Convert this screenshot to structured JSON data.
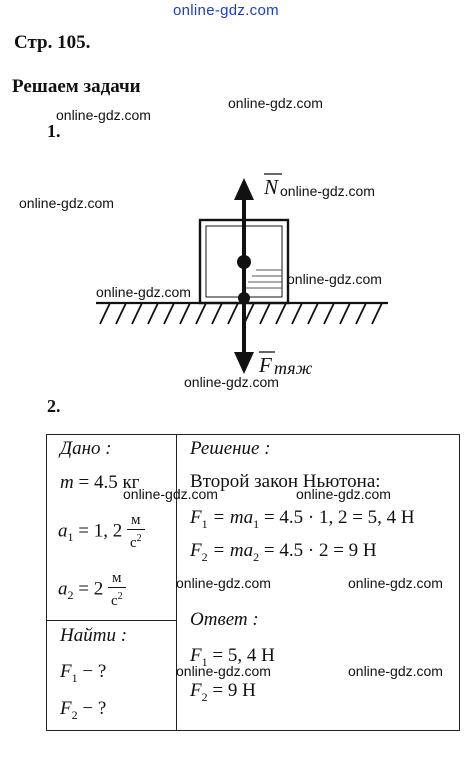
{
  "watermark_top": "online-gdz.com",
  "page_label": "Стр. 105.",
  "section_title": "Решаем задачи",
  "problem1_num": "1.",
  "problem2_num": "2.",
  "watermarks": [
    "online-gdz.com",
    "online-gdz.com",
    "online-gdz.com",
    "online-gdz.com",
    "online-gdz.com",
    "online-gdz.com",
    "online-gdz.com",
    "online-gdz.com",
    "online-gdz.com",
    "online-gdz.com",
    "online-gdz.com",
    "online-gdz.com",
    "online-gdz.com"
  ],
  "diagram": {
    "normal_force": "N",
    "gravity_force": "F",
    "gravity_subscript": "тяж"
  },
  "given": {
    "title": "Дано :",
    "m": {
      "lhs": "m",
      "rhs": "= 4.5 кг"
    },
    "a1": {
      "lhs": "a",
      "sub": "1",
      "rhs": "= 1, 2",
      "unit_top": "м",
      "unit_bottom": "с",
      "unit_exp": "2"
    },
    "a2": {
      "lhs": "a",
      "sub": "2",
      "rhs": "= 2",
      "unit_top": "м",
      "unit_bottom": "с",
      "unit_exp": "2"
    }
  },
  "find": {
    "title": "Найти :",
    "f1": "F",
    "f1_sub": "1",
    "f1_rest": " − ?",
    "f2": "F",
    "f2_sub": "2",
    "f2_rest": " − ?"
  },
  "solution": {
    "title": "Решение :",
    "law": "Второй закон Ньютона:",
    "eq1": {
      "f": "F",
      "sub": "1",
      "a": "= ma",
      "asub": "1",
      "rest": " = 4.5 · 1, 2 = 5, 4 Н"
    },
    "eq2": {
      "f": "F",
      "sub": "2",
      "a": "= ma",
      "asub": "2",
      "rest": " = 4.5 · 2 = 9 Н"
    }
  },
  "answer": {
    "title": "Ответ :",
    "a1": {
      "f": "F",
      "sub": "1",
      "rest": " = 5, 4 Н"
    },
    "a2": {
      "f": "F",
      "sub": "2",
      "rest": " = 9 Н"
    }
  }
}
